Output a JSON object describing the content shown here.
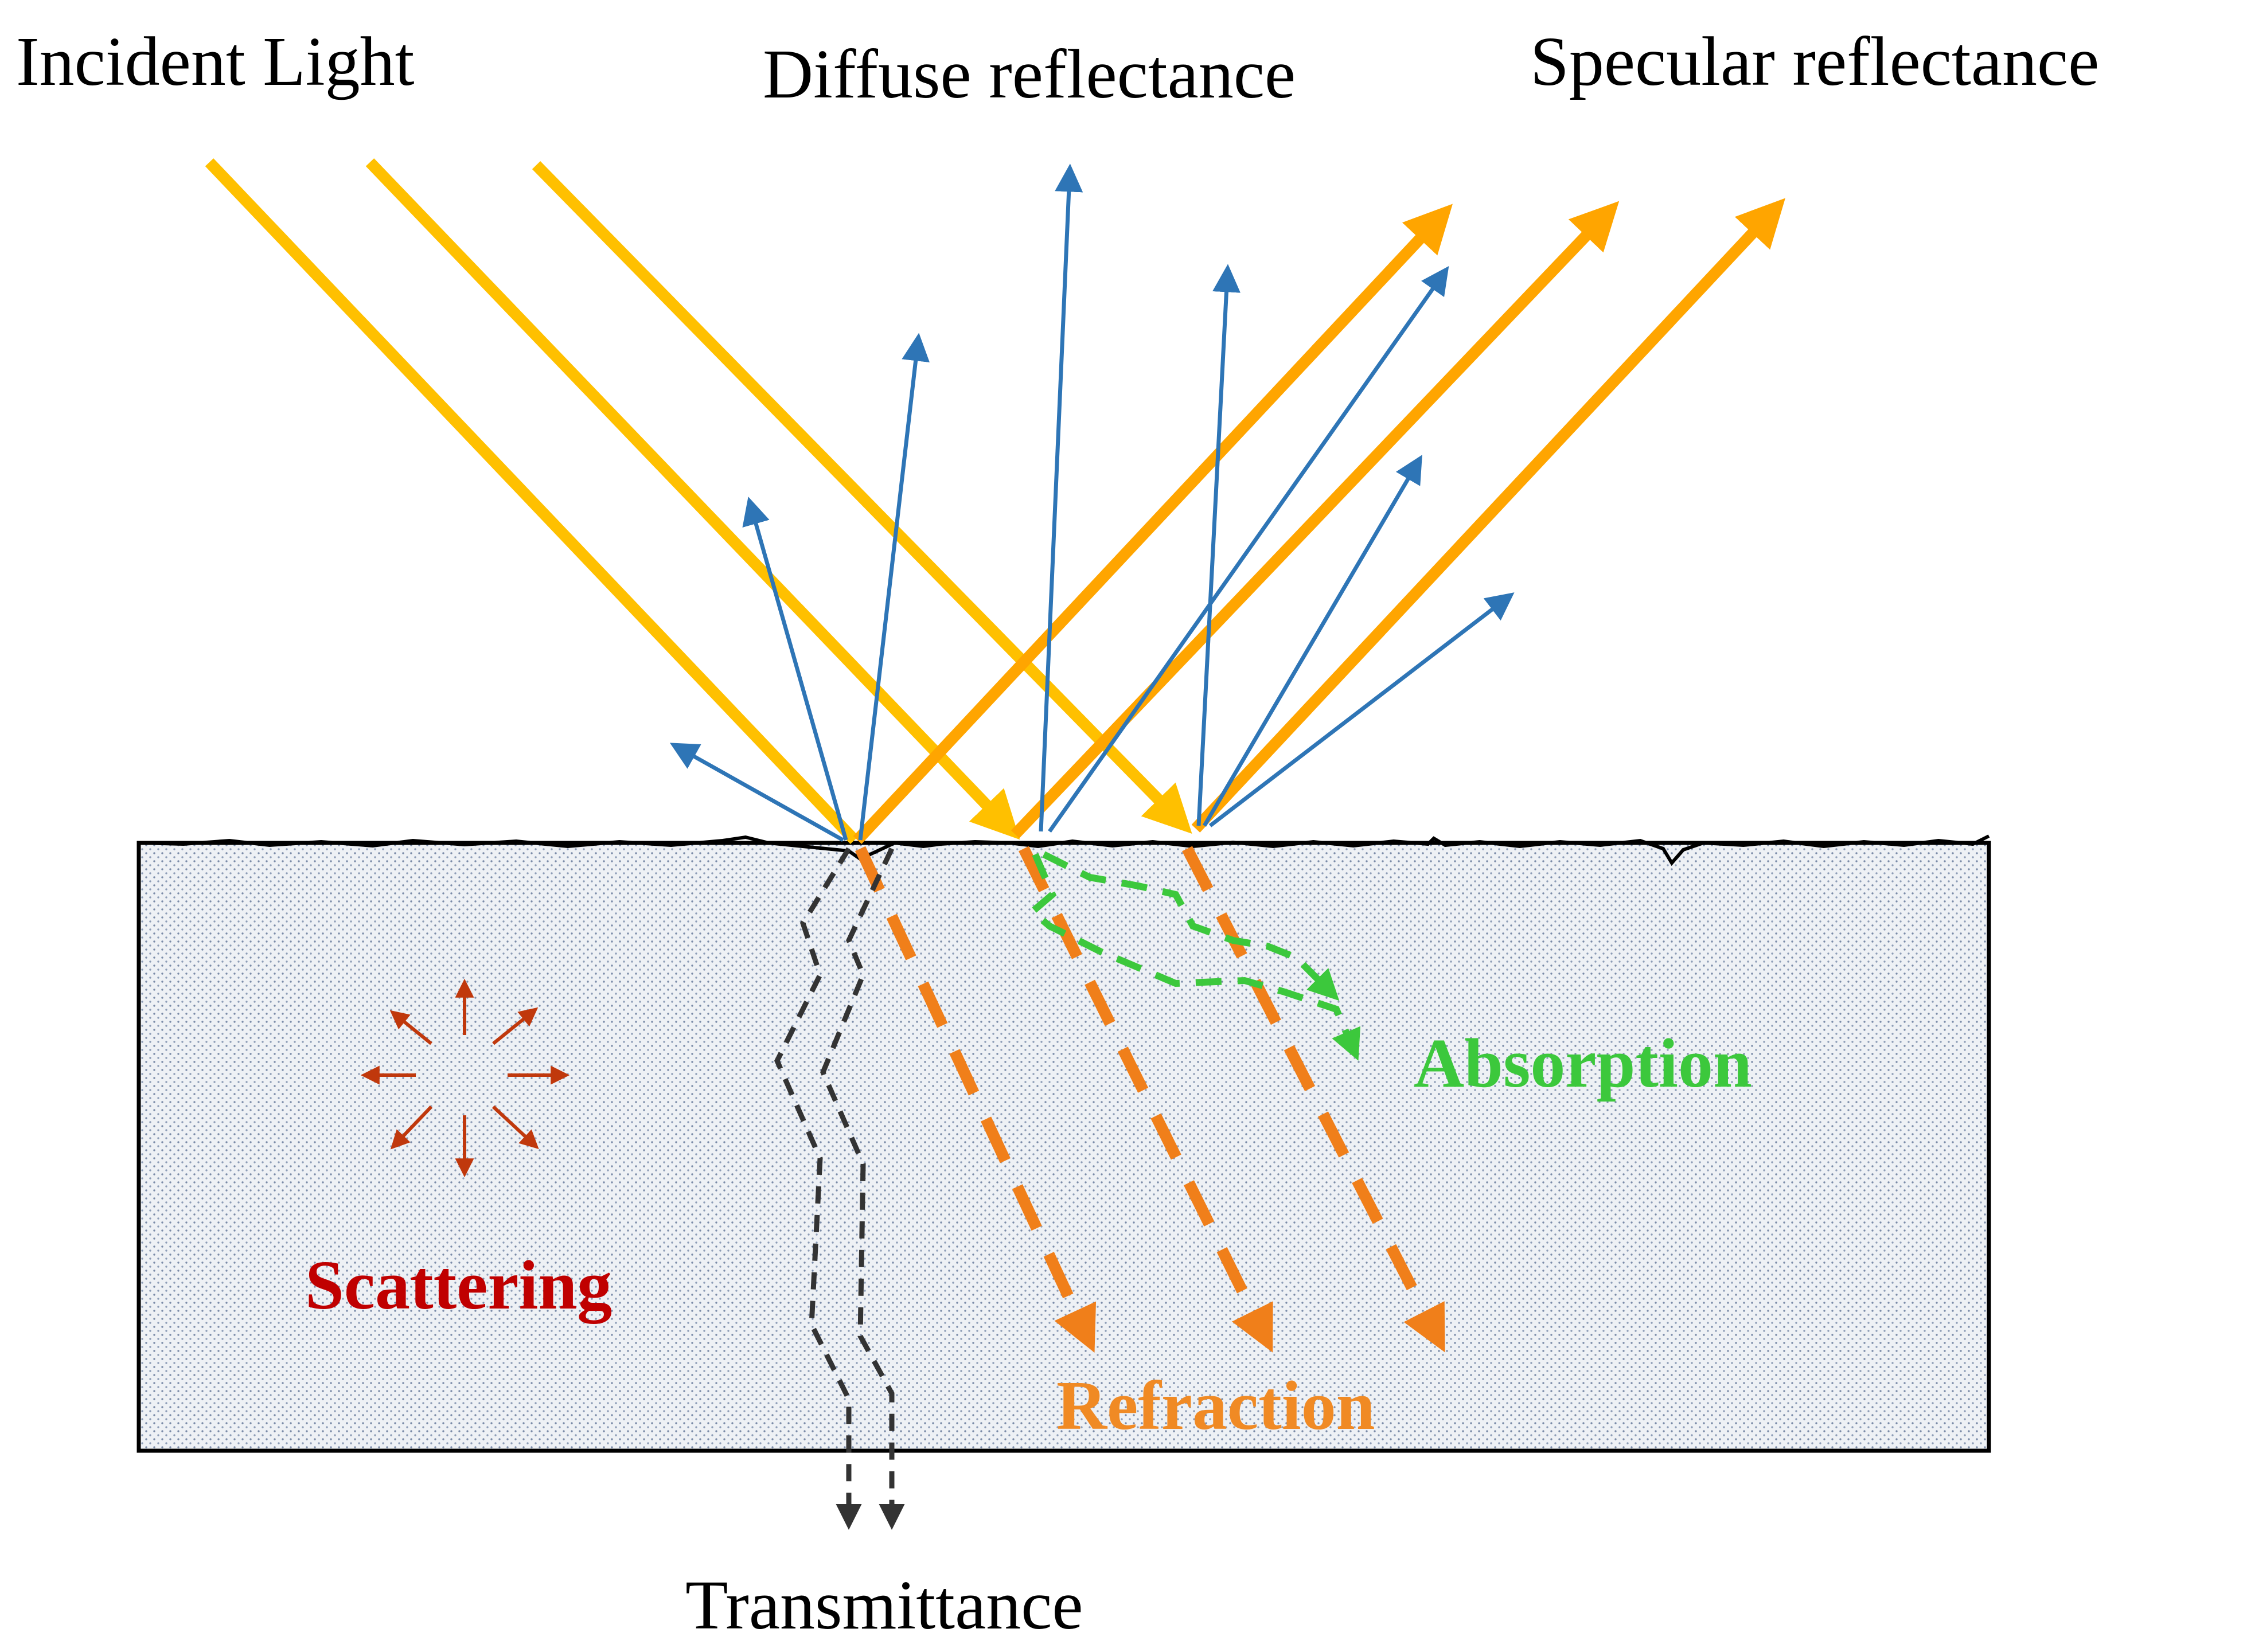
{
  "labels": {
    "incident_light": "Incident Light",
    "diffuse_reflectance": "Diffuse reflectance",
    "specular_reflectance": "Specular reflectance",
    "absorption": "Absorption",
    "scattering": "Scattering",
    "refraction": "Refraction",
    "transmittance": "Transmittance"
  },
  "colors": {
    "incident_light": "#FFC000",
    "specular": "#FFA500",
    "diffuse": "#2E75B6",
    "refraction": "#F07F1A",
    "absorption": "#3CC83C",
    "scattering_arrows": "#C0380C",
    "scattering_text": "#C00000",
    "absorption_text": "#3CC83C",
    "refraction_text": "#F08A24",
    "transmittance_paths": "#333333",
    "medium_fill": "#EEF1F5",
    "medium_dots": "#7A8BA8",
    "surface_line": "#000000"
  }
}
